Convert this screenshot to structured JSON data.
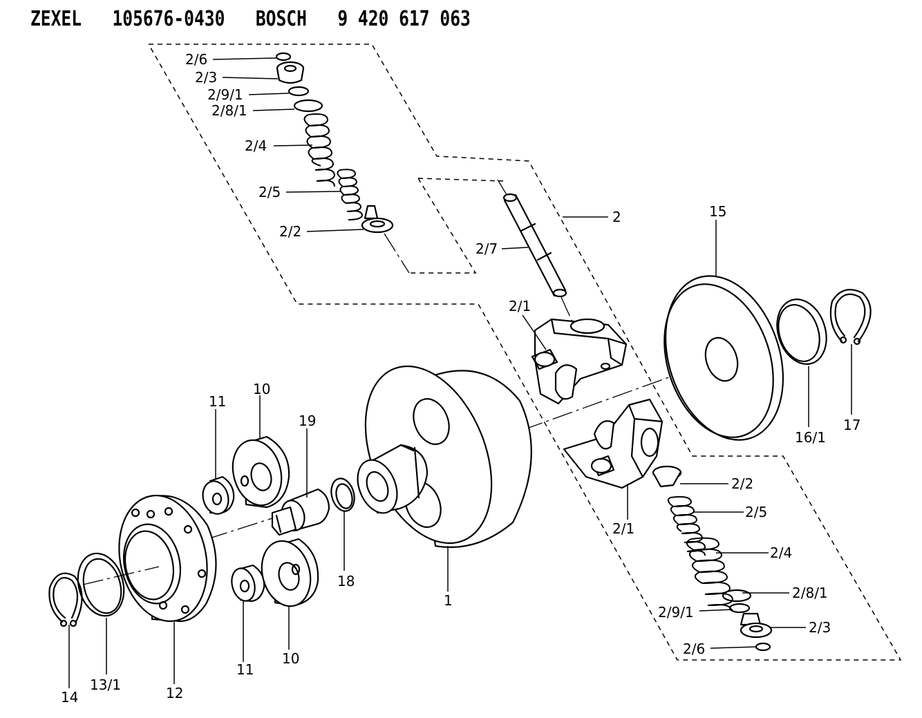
{
  "title": "ZEXEL   105676-0430   BOSCH   9 420 617 063",
  "labels": {
    "l_2_6_top": "2/6",
    "l_2_3_top": "2/3",
    "l_2_9_1_top": "2/9/1",
    "l_2_8_1_top": "2/8/1",
    "l_2_4_top": "2/4",
    "l_2_5_top": "2/5",
    "l_2_2_top": "2/2",
    "l_2_7": "2/7",
    "l_2": "2",
    "l_2_1_top": "2/1",
    "l_15": "15",
    "l_16_1": "16/1",
    "l_17": "17",
    "l_11_top": "11",
    "l_10_top": "10",
    "l_19": "19",
    "l_18": "18",
    "l_1": "1",
    "l_2_2_bot": "2/2",
    "l_2_5_bot": "2/5",
    "l_2_1_bot": "2/1",
    "l_2_4_bot": "2/4",
    "l_2_8_1_bot": "2/8/1",
    "l_2_9_1_bot": "2/9/1",
    "l_2_3_bot": "2/3",
    "l_2_6_bot": "2/6",
    "l_11_bot": "11",
    "l_10_bot": "10",
    "l_14": "14",
    "l_13_1": "13/1",
    "l_12": "12"
  }
}
